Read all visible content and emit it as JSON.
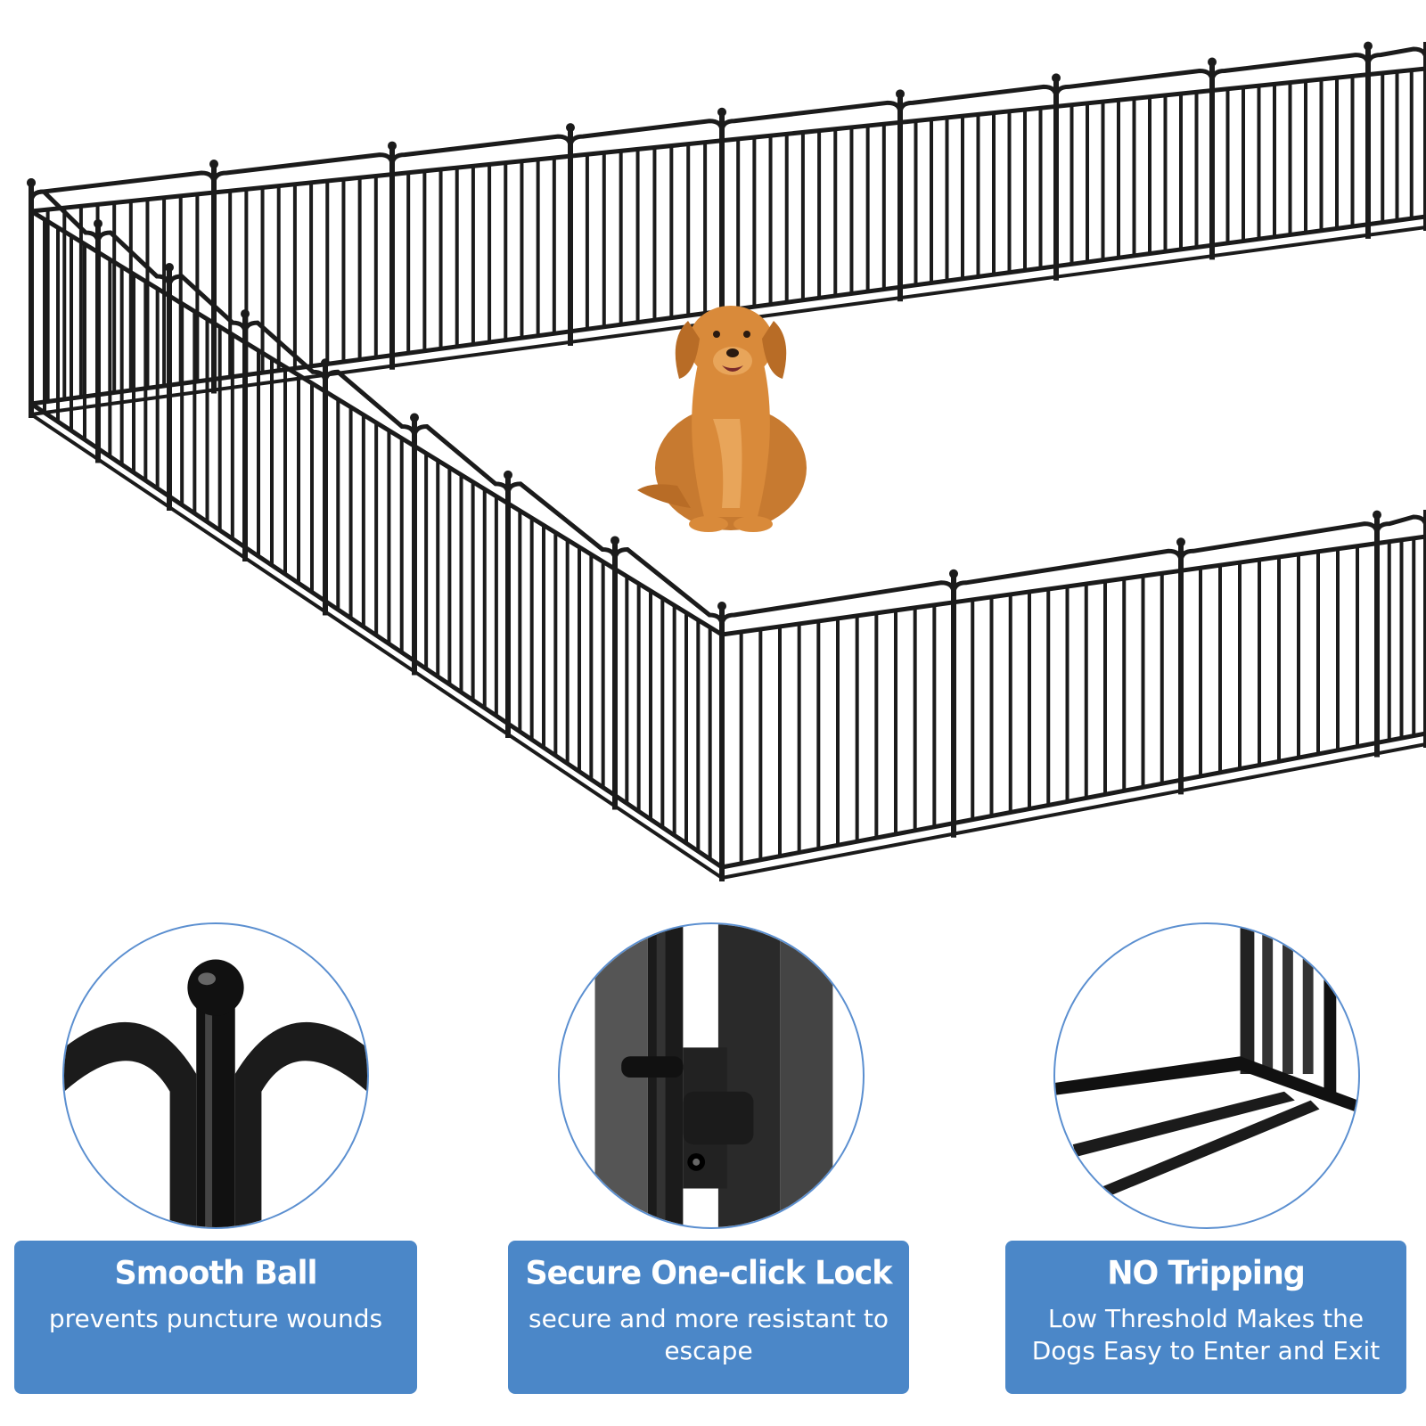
{
  "colors": {
    "accent_blue": "#4b87c8",
    "circle_border": "#5b8fd0",
    "fence_black": "#1b1b1b",
    "dog_gold": "#d98a3a"
  },
  "scene": {
    "subject": "dog-playpen-fence",
    "dog_icon": "golden-retriever-icon"
  },
  "features": [
    {
      "title": "Smooth Ball",
      "description": "prevents puncture wounds",
      "icon": "ball-finial-icon"
    },
    {
      "title": "Secure One-click Lock",
      "description": "secure and more resistant to escape",
      "icon": "latch-lock-icon"
    },
    {
      "title": "NO Tripping",
      "description": "Low Threshold Makes the Dogs Easy to Enter and Exit",
      "icon": "threshold-base-icon"
    }
  ]
}
